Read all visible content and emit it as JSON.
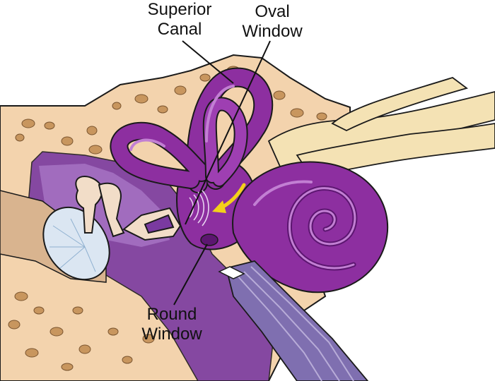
{
  "labels": {
    "superior_canal": {
      "line1": "Superior",
      "line2": "Canal"
    },
    "oval_window": {
      "line1": "Oval",
      "line2": "Window"
    },
    "round_window": {
      "line1": "Round",
      "line2": "Window"
    }
  },
  "colors": {
    "bone": "#f3d3ad",
    "bone_pores": "#c8965e",
    "labyrinth": "#8d2fa0",
    "labyrinth_dark": "#5c1670",
    "labyrinth_light": "#c27fd3",
    "nerve": "#f4e2b4",
    "eardrum": "#dbe6f2",
    "ossicles": "#f2ddc8",
    "arrow": "#f3d11a",
    "outline": "#1a1a1a"
  },
  "icons": {
    "direction_arrow": "yellow-curved-arrow-icon"
  }
}
